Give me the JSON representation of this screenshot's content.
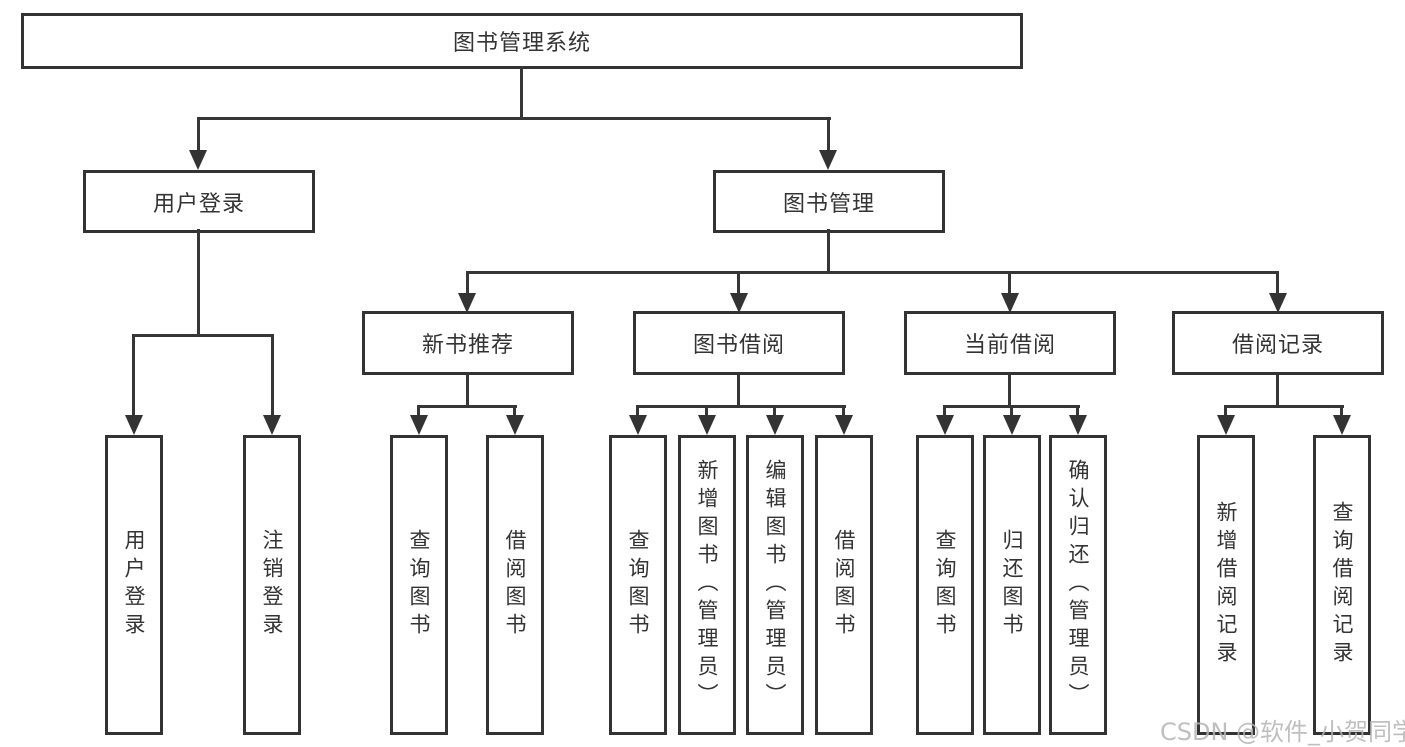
{
  "tree": {
    "label": "图书管理系统",
    "children": [
      {
        "label": "用户登录",
        "children": [
          {
            "label": "用户登录"
          },
          {
            "label": "注销登录"
          }
        ]
      },
      {
        "label": "图书管理",
        "children": [
          {
            "label": "新书推荐",
            "children": [
              {
                "label": "查询图书"
              },
              {
                "label": "借阅图书"
              }
            ]
          },
          {
            "label": "图书借阅",
            "children": [
              {
                "label": "查询图书"
              },
              {
                "label": "新增图书（管理员）"
              },
              {
                "label": "编辑图书（管理员）"
              },
              {
                "label": "借阅图书"
              }
            ]
          },
          {
            "label": "当前借阅",
            "children": [
              {
                "label": "查询图书"
              },
              {
                "label": "归还图书"
              },
              {
                "label": "确认归还（管理员）"
              }
            ]
          },
          {
            "label": "借阅记录",
            "children": [
              {
                "label": "新增借阅记录"
              },
              {
                "label": "查询借阅记录"
              }
            ]
          }
        ]
      }
    ]
  },
  "watermark": {
    "text": "CSDN @软件_小贺同学"
  },
  "colors": {
    "line": "#363636",
    "box_border": "#333333",
    "text": "#333333",
    "watermark": "#b4b4b4",
    "background": "#ffffff"
  }
}
